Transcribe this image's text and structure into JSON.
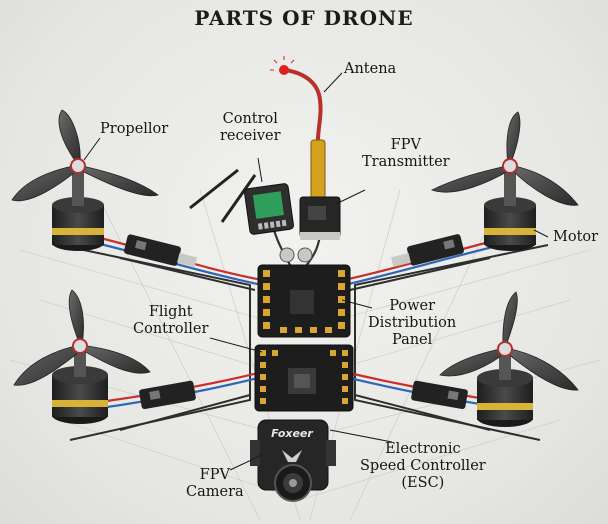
{
  "title": "PARTS OF DRONE",
  "labels": {
    "antena": "Antena",
    "control_receiver": [
      "Control",
      "receiver"
    ],
    "propellor": "Propellor",
    "fpv_transmitter": [
      "FPV",
      "Transmitter"
    ],
    "motor": "Motor",
    "flight_controller": [
      "Flight",
      "Controller"
    ],
    "power_distribution_panel": [
      "Power",
      "Distribution",
      "Panel"
    ],
    "fpv_camera": [
      "FPV",
      "Camera"
    ],
    "esc": [
      "Electronic",
      "Speed Controller",
      "(ESC)"
    ]
  },
  "camera_brand": "Foxeer",
  "colors": {
    "frame": "#2e2e2e",
    "board": "#1d1d1d",
    "pad": "#d9a72e",
    "motor_band": "#d8b33a",
    "wire_red": "#c9302c",
    "wire_blue": "#2f67b6",
    "antenna_tip": "#e02020",
    "receiver_green": "#2f9e5a",
    "transmitter_gold": "#d4a21e"
  }
}
